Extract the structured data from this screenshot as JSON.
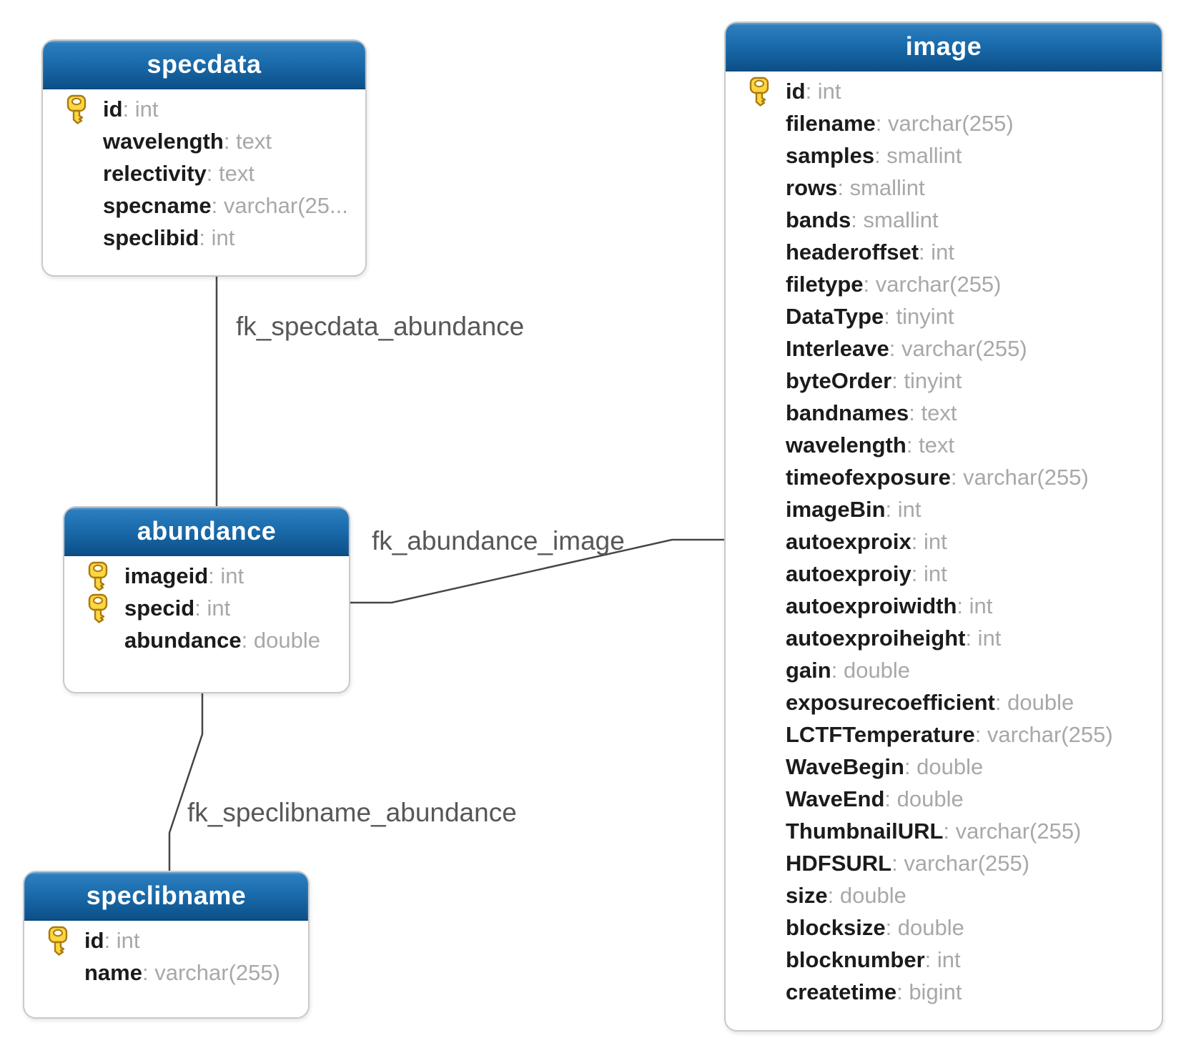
{
  "diagram": {
    "type": "er-diagram",
    "colors": {
      "table_header_top": "#2f80c0",
      "table_header_bottom": "#0c5089",
      "table_border": "#c9c9c9",
      "column_name": "#1b1b1b",
      "column_type": "#a8a8a8",
      "relationship_line": "#464646",
      "relationship_label": "#57575a",
      "primary_key_gold": "#ffd640"
    },
    "icons": {
      "primary_key": "key-icon"
    },
    "tables": [
      {
        "id": "specdata",
        "title": "specdata",
        "columns": [
          {
            "name": "id",
            "type": "int",
            "pk": true
          },
          {
            "name": "wavelength",
            "type": "text",
            "pk": false
          },
          {
            "name": "relectivity",
            "type": "text",
            "pk": false
          },
          {
            "name": "specname",
            "type": "varchar(25...",
            "pk": false
          },
          {
            "name": "speclibid",
            "type": "int",
            "pk": false
          }
        ]
      },
      {
        "id": "abundance",
        "title": "abundance",
        "columns": [
          {
            "name": "imageid",
            "type": "int",
            "pk": true
          },
          {
            "name": "specid",
            "type": "int",
            "pk": true
          },
          {
            "name": "abundance",
            "type": "double",
            "pk": false
          }
        ]
      },
      {
        "id": "speclibname",
        "title": "speclibname",
        "columns": [
          {
            "name": "id",
            "type": "int",
            "pk": true
          },
          {
            "name": "name",
            "type": "varchar(255)",
            "pk": false
          }
        ]
      },
      {
        "id": "image",
        "title": "image",
        "columns": [
          {
            "name": "id",
            "type": "int",
            "pk": true
          },
          {
            "name": "filename",
            "type": "varchar(255)",
            "pk": false
          },
          {
            "name": "samples",
            "type": "smallint",
            "pk": false
          },
          {
            "name": "rows",
            "type": "smallint",
            "pk": false
          },
          {
            "name": "bands",
            "type": "smallint",
            "pk": false
          },
          {
            "name": "headeroffset",
            "type": "int",
            "pk": false
          },
          {
            "name": "filetype",
            "type": "varchar(255)",
            "pk": false
          },
          {
            "name": "DataType",
            "type": "tinyint",
            "pk": false
          },
          {
            "name": "Interleave",
            "type": "varchar(255)",
            "pk": false
          },
          {
            "name": "byteOrder",
            "type": "tinyint",
            "pk": false
          },
          {
            "name": "bandnames",
            "type": "text",
            "pk": false
          },
          {
            "name": "wavelength",
            "type": "text",
            "pk": false
          },
          {
            "name": "timeofexposure",
            "type": "varchar(255)",
            "pk": false
          },
          {
            "name": "imageBin",
            "type": "int",
            "pk": false
          },
          {
            "name": "autoexproix",
            "type": "int",
            "pk": false
          },
          {
            "name": "autoexproiy",
            "type": "int",
            "pk": false
          },
          {
            "name": "autoexproiwidth",
            "type": "int",
            "pk": false
          },
          {
            "name": "autoexproiheight",
            "type": "int",
            "pk": false
          },
          {
            "name": "gain",
            "type": "double",
            "pk": false
          },
          {
            "name": "exposurecoefficient",
            "type": "double",
            "pk": false
          },
          {
            "name": "LCTFTemperature",
            "type": "varchar(255)",
            "pk": false
          },
          {
            "name": "WaveBegin",
            "type": "double",
            "pk": false
          },
          {
            "name": "WaveEnd",
            "type": "double",
            "pk": false
          },
          {
            "name": "ThumbnailURL",
            "type": "varchar(255)",
            "pk": false
          },
          {
            "name": "HDFSURL",
            "type": "varchar(255)",
            "pk": false
          },
          {
            "name": "size",
            "type": "double",
            "pk": false
          },
          {
            "name": "blocksize",
            "type": "double",
            "pk": false
          },
          {
            "name": "blocknumber",
            "type": "int",
            "pk": false
          },
          {
            "name": "createtime",
            "type": "bigint",
            "pk": false
          }
        ]
      }
    ],
    "relationships": [
      {
        "label": "fk_specdata_abundance",
        "from": "specdata",
        "to": "abundance"
      },
      {
        "label": "fk_abundance_image",
        "from": "abundance",
        "to": "image"
      },
      {
        "label": "fk_speclibname_abundance",
        "from": "speclibname",
        "to": "abundance"
      }
    ]
  }
}
